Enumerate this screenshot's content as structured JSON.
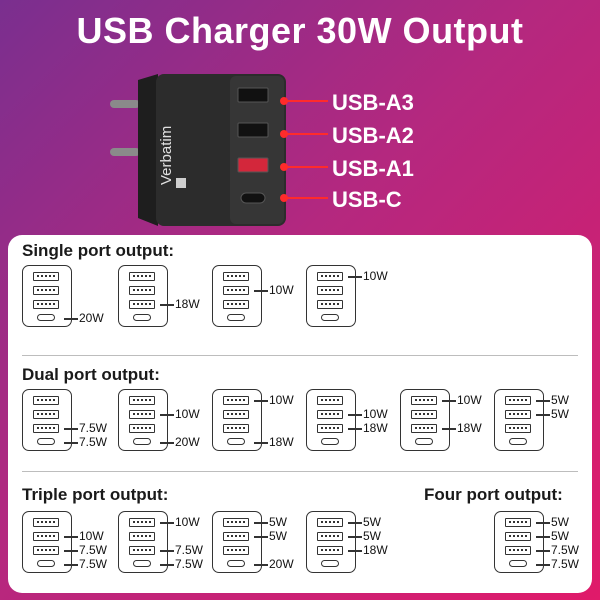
{
  "title": "USB Charger 30W Output",
  "brand": "Verbatim",
  "ports": [
    "USB-A3",
    "USB-A2",
    "USB-A1",
    "USB-C"
  ],
  "accent": "#ff2b2b",
  "sections": {
    "single": "Single port output:",
    "dual": "Dual port output:",
    "triple": "Triple port output:",
    "four": "Four port output:"
  },
  "configs": {
    "single": [
      {
        "slots": [
          "",
          "",
          "",
          "20W"
        ]
      },
      {
        "slots": [
          "",
          "",
          "18W",
          ""
        ]
      },
      {
        "slots": [
          "",
          "10W",
          "",
          ""
        ]
      },
      {
        "slots": [
          "10W",
          "",
          "",
          ""
        ]
      }
    ],
    "dual": [
      {
        "slots": [
          "",
          "",
          "7.5W",
          "7.5W"
        ]
      },
      {
        "slots": [
          "",
          "10W",
          "",
          "20W"
        ]
      },
      {
        "slots": [
          "10W",
          "",
          "",
          "18W"
        ]
      },
      {
        "slots": [
          "",
          "10W",
          "18W",
          ""
        ]
      },
      {
        "slots": [
          "10W",
          "",
          "18W",
          ""
        ]
      },
      {
        "slots": [
          "5W",
          "5W",
          "",
          ""
        ]
      }
    ],
    "triple": [
      {
        "slots": [
          "",
          "10W",
          "7.5W",
          "7.5W"
        ]
      },
      {
        "slots": [
          "10W",
          "",
          "7.5W",
          "7.5W"
        ]
      },
      {
        "slots": [
          "5W",
          "5W",
          "",
          "20W"
        ]
      },
      {
        "slots": [
          "5W",
          "5W",
          "18W",
          ""
        ]
      }
    ],
    "four": [
      {
        "slots": [
          "5W",
          "5W",
          "7.5W",
          "7.5W"
        ]
      }
    ]
  }
}
